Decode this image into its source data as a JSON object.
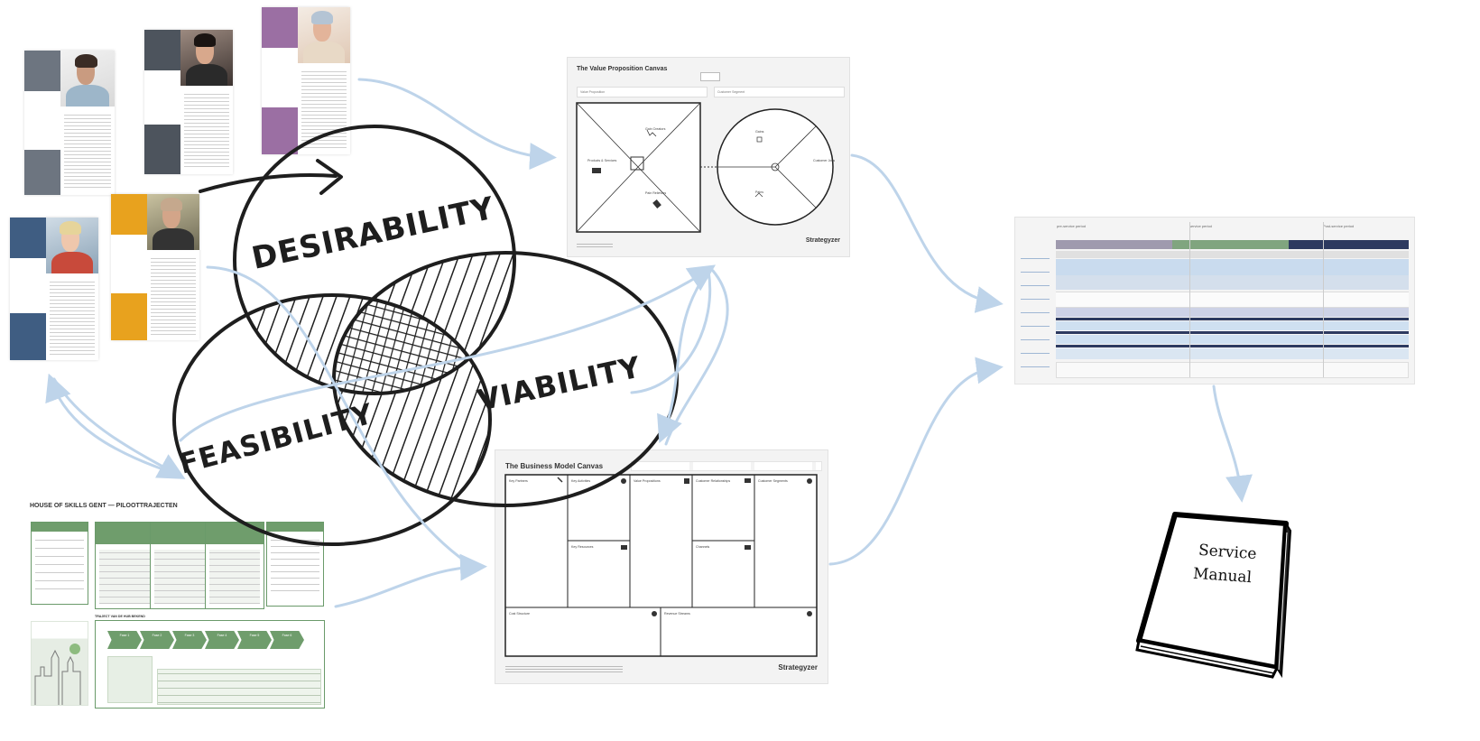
{
  "venn": {
    "desirability": "DESIRABILITY",
    "viability": "VIABILITY",
    "feasibility": "FEASIBILITY"
  },
  "value_proposition_canvas": {
    "title": "The Value Proposition Canvas",
    "field_left": "Value Proposition",
    "field_right": "Customer Segment",
    "labels": [
      "Gain Creators",
      "Products & Services",
      "Pain Relievers",
      "Gains",
      "Customer Jobs",
      "Pains"
    ],
    "brand": "Strategyzer"
  },
  "business_model_canvas": {
    "title": "The Business Model Canvas",
    "labels": [
      "Key Partners",
      "Key Activities",
      "Value Propositions",
      "Customer Relationships",
      "Customer Segments",
      "Key Resources",
      "Channels",
      "Cost Structure",
      "Revenue Streams"
    ],
    "brand": "Strategyzer"
  },
  "house_of_skills": {
    "title": "HOUSE OF SKILLS GENT — PILOOTTRAJECTEN",
    "subtitle": "TRAJECT VAN DE HUB BEKEND",
    "steps": [
      "Fase 1",
      "Fase 2",
      "Fase 3",
      "Fase 4",
      "Fase 5",
      "Fase 6"
    ]
  },
  "service_blueprint": {
    "phases": [
      "pre-service period",
      "service period",
      "Post-service period"
    ]
  },
  "service_manual": {
    "line1": "Service",
    "line2": "Manual"
  },
  "colors": {
    "arrow": "#bed4ea",
    "sketch": "#1e1e1e",
    "green": "#6f9d6c",
    "orange": "#e8a21e",
    "purple": "#9b6fa3",
    "slate": "#5d6670",
    "navy": "#2f3e5c"
  }
}
